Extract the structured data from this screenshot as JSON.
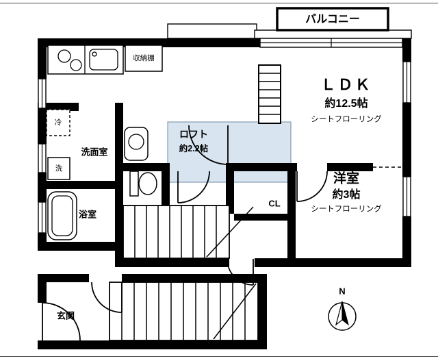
{
  "floorplan": {
    "balcony_label": "バルコニー",
    "ldk": {
      "name": "ＬＤＫ",
      "size": "約12.5帖",
      "flooring": "シートフローリング"
    },
    "loft": {
      "name": "ロフト",
      "size": "約2.2帖"
    },
    "western_room": {
      "name": "洋室",
      "size": "約3帖",
      "flooring": "シートフローリング"
    },
    "closet_label": "CL",
    "washroom_label": "洗面室",
    "bathroom_label": "浴室",
    "entrance_label": "玄関",
    "storage_label": "収納棚",
    "fridge_label": "冷",
    "washer_label": "洗",
    "compass_north": "N",
    "colors": {
      "wall": "#000000",
      "loft_fill": "#d8e5f0"
    }
  }
}
